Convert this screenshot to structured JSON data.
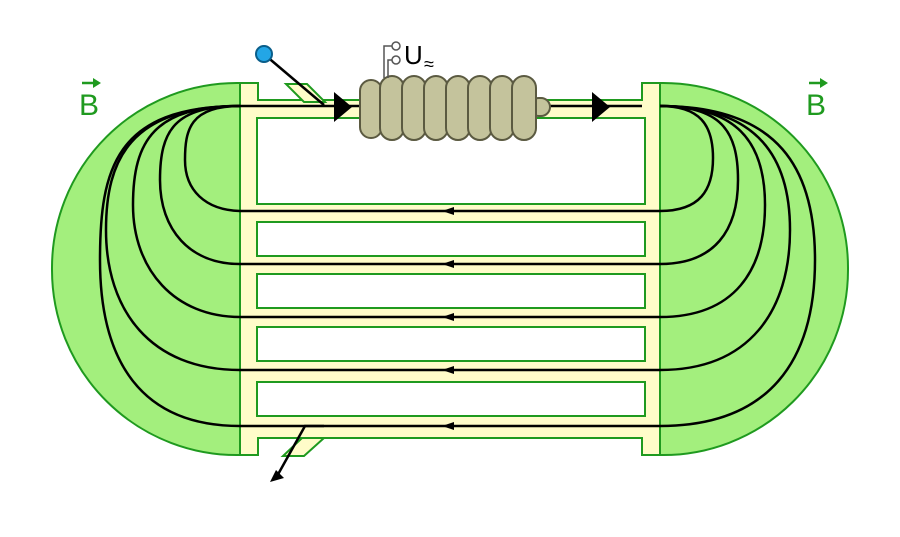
{
  "field_label_left": "B",
  "field_label_right": "B",
  "voltage_label": "U",
  "voltage_symbol": "≈",
  "colors": {
    "field_fill": "#a3ef7d",
    "field_stroke": "#1f9a1f",
    "frame_fill": "#fffcc9",
    "channel_fill": "#ffffff",
    "coil_fill": "#c4c39c",
    "coil_stroke": "#5b5a41",
    "line": "#000000",
    "inlet_dot": "#23a6e6",
    "label_green": "#1f9a1f"
  },
  "icons": [
    "vector-arrow-icon",
    "terminal-icon",
    "inlet-dot-icon",
    "flow-arrow-icon"
  ]
}
